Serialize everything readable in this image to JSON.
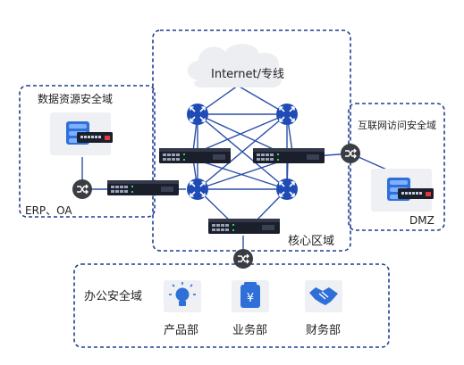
{
  "cloud_label": "Internet/专线",
  "zones": {
    "data": {
      "title": "数据资源安全域",
      "caption": "ERP、OA"
    },
    "internet": {
      "title": "互联网访问安全域",
      "caption": "DMZ"
    },
    "core": {
      "title": "核心区域"
    },
    "office": {
      "title": "办公安全域",
      "departments": [
        {
          "label": "产品部",
          "icon": "lightbulb-icon"
        },
        {
          "label": "业务部",
          "icon": "yuan-document-icon"
        },
        {
          "label": "财务部",
          "icon": "handshake-icon"
        }
      ]
    }
  },
  "colors": {
    "zone_border": "#1f3f8f",
    "link": "#2b4fa8",
    "router": "#1e4bb5",
    "switch_body": "#1a1f2b",
    "accent": "#2f6fd8",
    "icon_bg": "#eef0f4"
  }
}
